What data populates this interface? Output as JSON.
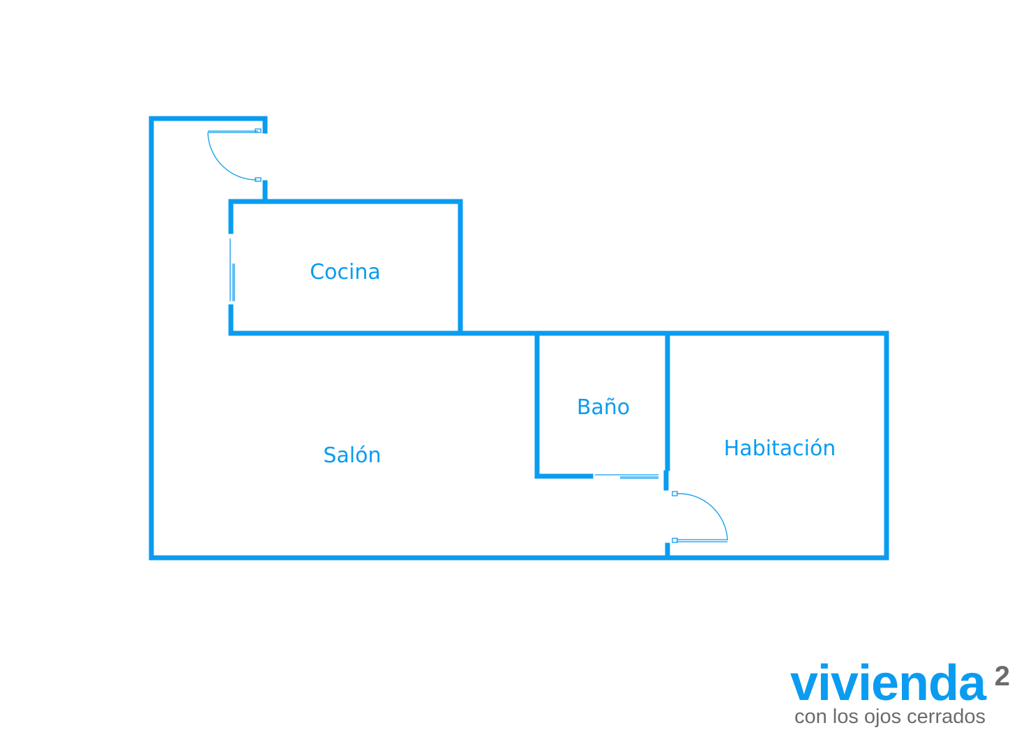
{
  "floorplan": {
    "rooms": {
      "cocina": "Cocina",
      "salon": "Salón",
      "bano": "Baño",
      "habitacion": "Habitación"
    },
    "wall_color": "#0a9cf0"
  },
  "brand": {
    "name": "vivienda",
    "superscript": "2",
    "tagline": "con los ojos cerrados",
    "primary_color": "#0a9cf0",
    "secondary_color": "#6b6b6b"
  }
}
